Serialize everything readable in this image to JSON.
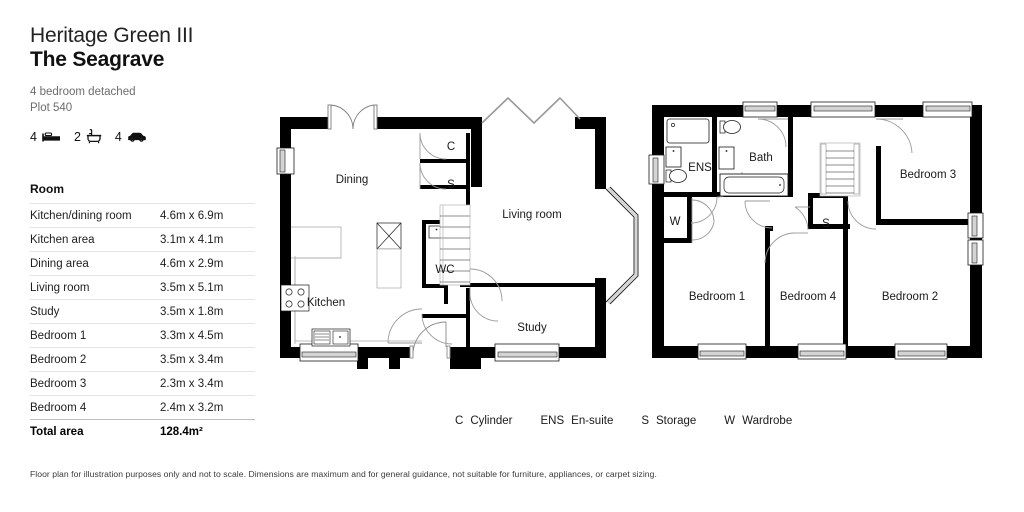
{
  "header": {
    "development": "Heritage Green III",
    "house_type": "The Seagrave",
    "description": "4 bedroom detached",
    "plot": "Plot 540"
  },
  "specs": [
    {
      "count": "4",
      "icon": "bed-icon",
      "label": "bedrooms"
    },
    {
      "count": "2",
      "icon": "bathtub-icon",
      "label": "bathrooms"
    },
    {
      "count": "4",
      "icon": "car-icon",
      "label": "parking"
    }
  ],
  "room_table": {
    "header": "Room",
    "rows": [
      {
        "name": "Kitchen/dining room",
        "size": "4.6m x 6.9m"
      },
      {
        "name": "Kitchen area",
        "size": "3.1m x 4.1m"
      },
      {
        "name": "Dining area",
        "size": "4.6m x 2.9m"
      },
      {
        "name": "Living room",
        "size": "3.5m x 5.1m"
      },
      {
        "name": "Study",
        "size": "3.5m x 1.8m"
      },
      {
        "name": "Bedroom 1",
        "size": "3.3m x 4.5m"
      },
      {
        "name": "Bedroom 2",
        "size": "3.5m x 3.4m"
      },
      {
        "name": "Bedroom 3",
        "size": "2.3m x 3.4m"
      },
      {
        "name": "Bedroom 4",
        "size": "2.4m x 3.2m"
      }
    ],
    "total": {
      "name": "Total area",
      "size": "128.4m²"
    }
  },
  "ground_floor": {
    "labels": {
      "dining": "Dining",
      "kitchen": "Kitchen",
      "wc": "WC",
      "living_room": "Living room",
      "study": "Study",
      "cylinder": "C",
      "storage": "S"
    }
  },
  "first_floor": {
    "labels": {
      "ensuite": "ENS",
      "bath": "Bath",
      "wardrobe": "W",
      "storage": "S",
      "bedroom1": "Bedroom 1",
      "bedroom2": "Bedroom 2",
      "bedroom3": "Bedroom 3",
      "bedroom4": "Bedroom 4"
    }
  },
  "legend": [
    {
      "key": "C",
      "value": "Cylinder"
    },
    {
      "key": "ENS",
      "value": "En-suite"
    },
    {
      "key": "S",
      "value": "Storage"
    },
    {
      "key": "W",
      "value": "Wardrobe"
    }
  ],
  "disclaimer": "Floor plan for illustration purposes only and not to scale. Dimensions are maximum and for general guidance, not suitable for furniture, appliances, or carpet sizing.",
  "colors": {
    "wall": "#000000",
    "fixture_line": "#1a1a1a",
    "window_fill": "#d4d4d4",
    "text": "#1a1a1a",
    "muted_text": "#6d6d6d",
    "rule": "#e3e3e3"
  }
}
